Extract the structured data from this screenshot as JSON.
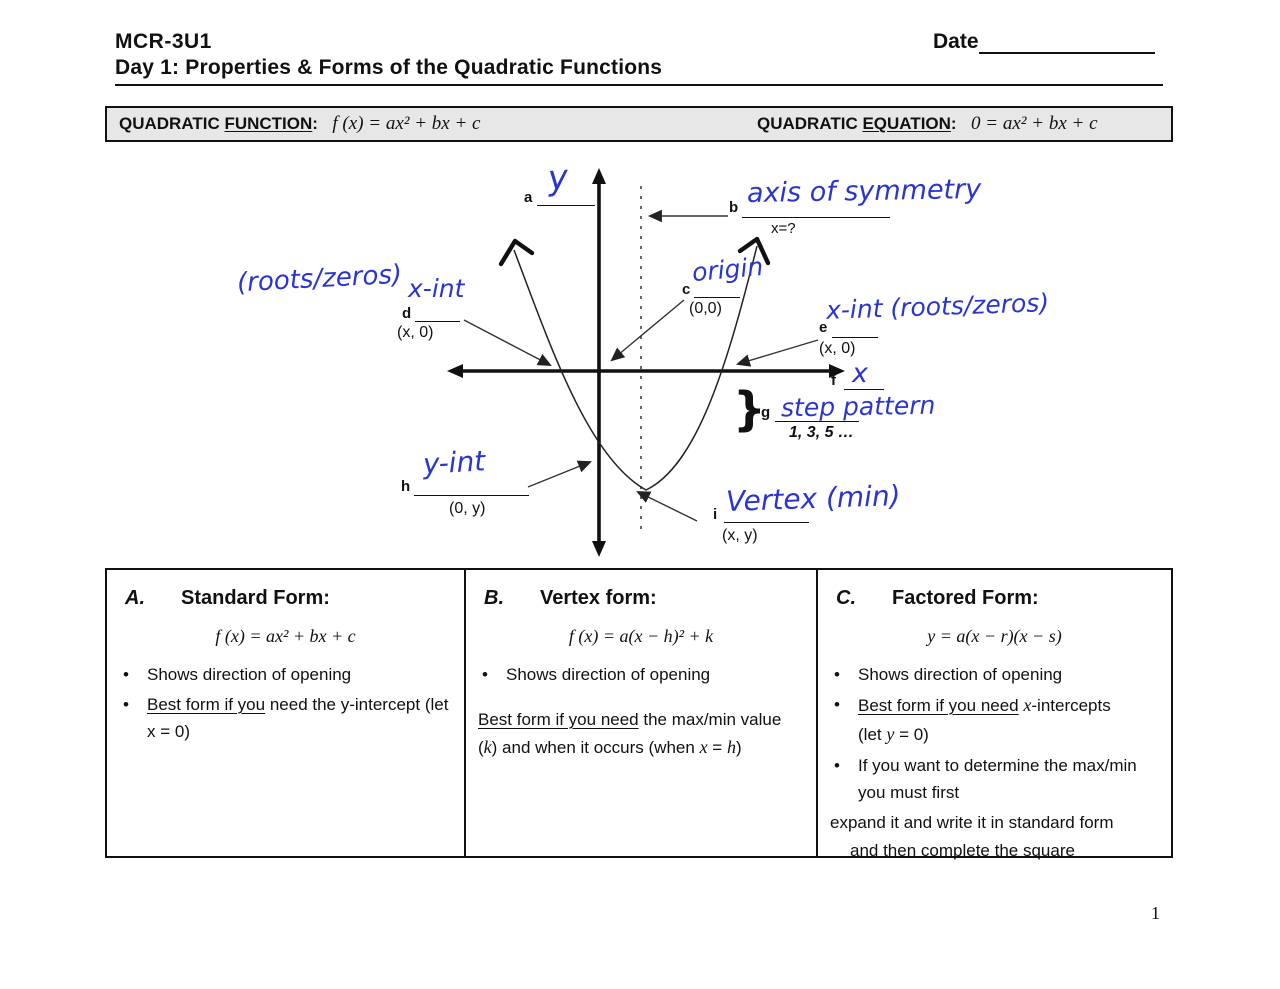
{
  "colors": {
    "ink": "#2a35cf",
    "box_bg": "#e7e7e7"
  },
  "header": {
    "course": "MCR-3U1",
    "date_label": "Date",
    "title": "Day 1: Properties & Forms of the Quadratic Functions",
    "page_number": "1"
  },
  "def_box": {
    "left_prefix": "QUADRATIC ",
    "left_word": "FUNCTION",
    "left_colon": ":",
    "left_formula": "f (x) = ax² + bx + c",
    "right_prefix": "QUADRATIC ",
    "right_word": "EQUATION",
    "right_colon": ":",
    "right_formula": "0 = ax² + bx + c"
  },
  "diagram": {
    "a": {
      "letter": "a",
      "hand": "y"
    },
    "b": {
      "letter": "b",
      "hand": "axis of symmetry",
      "sub": "x=?"
    },
    "c": {
      "letter": "c",
      "hand": "origin",
      "sub": "(0,0)"
    },
    "d": {
      "letter": "d",
      "hand": "x-int",
      "pre": "(roots/zeros)",
      "sub": "(x, 0)"
    },
    "e": {
      "letter": "e",
      "hand": "x-int (roots/zeros)",
      "sub": "(x, 0)"
    },
    "f": {
      "letter": "f",
      "hand": "x"
    },
    "g": {
      "letter": "g",
      "brace": "}",
      "hand": "step pattern",
      "sub": "1, 3, 5 …"
    },
    "h": {
      "letter": "h",
      "hand": "y-int",
      "sub": "(0, y)"
    },
    "i": {
      "letter": "i",
      "hand": "Vertex (min)",
      "sub": "(x, y)"
    }
  },
  "table": {
    "a": {
      "label": "A.",
      "title": "Standard Form:",
      "formula": "f (x) = ax² + bx + c",
      "bullet1": "Shows direction of opening",
      "bullet2_u": "Best form if you",
      "bullet2_rest": " need the y-intercept (let x = 0)"
    },
    "b": {
      "label": "B.",
      "title": "Vertex form:",
      "formula": "f (x) = a(x − h)² + k",
      "bullet1": "Shows direction of opening",
      "para_u": "Best form if you need",
      "para_m1": " the max/min value (",
      "para_k": "k",
      "para_m2": ") and when it occurs (when ",
      "para_x": "x",
      "para_m3": " = ",
      "para_h": "h",
      "para_m4": ")"
    },
    "c": {
      "label": "C.",
      "title": "Factored Form:",
      "formula": "y = a(x − r)(x − s)",
      "bullet1": "Shows direction of opening",
      "bullet2_u": "Best form if you need",
      "bullet2_m1": " ",
      "bullet2_x": "x",
      "bullet2_m2": "-intercepts",
      "bullet2_l2a": "(let ",
      "bullet2_y": "y",
      "bullet2_l2b": " = 0)",
      "bullet3": "If you want to determine the max/min you must first",
      "line4": "expand it and write it in standard form",
      "line5": "and then complete the square"
    }
  }
}
